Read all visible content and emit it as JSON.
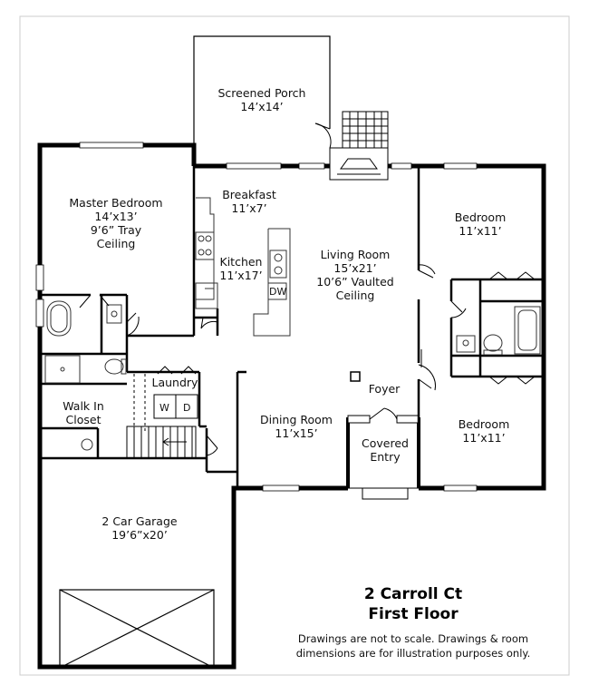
{
  "rooms": {
    "screened_porch": {
      "name": "Screened Porch",
      "dims": "14’x14’"
    },
    "master_bedroom": {
      "name": "Master Bedroom",
      "dims": "14’x13’",
      "note1": "9’6” Tray",
      "note2": "Ceiling"
    },
    "breakfast": {
      "name": "Breakfast",
      "dims": "11’x7’"
    },
    "kitchen": {
      "name": "Kitchen",
      "dims": "11’x17’"
    },
    "living_room": {
      "name": "Living Room",
      "dims": "15’x21’",
      "note1": "10’6” Vaulted",
      "note2": "Ceiling"
    },
    "bedroom_1": {
      "name": "Bedroom",
      "dims": "11’x11’"
    },
    "bedroom_2": {
      "name": "Bedroom",
      "dims": "11’x11’"
    },
    "laundry": {
      "name": "Laundry",
      "washer": "W",
      "dryer": "D"
    },
    "walk_in_closet": {
      "line1": "Walk In",
      "line2": "Closet"
    },
    "foyer": {
      "name": "Foyer"
    },
    "dining_room": {
      "name": "Dining Room",
      "dims": "11’x15’"
    },
    "covered_entry": {
      "line1": "Covered",
      "line2": "Entry"
    },
    "garage": {
      "name": "2 Car Garage",
      "dims": "19’6”x20’"
    }
  },
  "appliances": {
    "dishwasher": "DW"
  },
  "title": {
    "line1": "2 Carroll Ct",
    "line2": "First Floor"
  },
  "disclaimer": {
    "line1": "Drawings are not to scale. Drawings & room",
    "line2": "dimensions are for illustration purposes only."
  },
  "colors": {
    "wall": "#000000",
    "frame": "#cccccc",
    "fixture": "#333333"
  }
}
